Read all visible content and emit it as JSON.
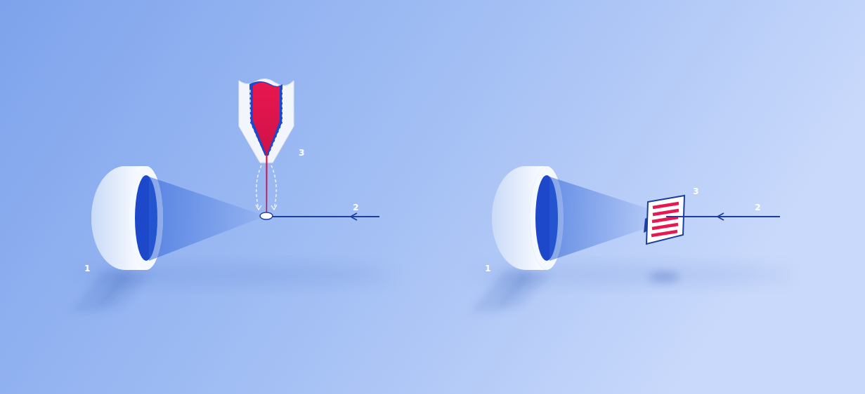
{
  "diagram": {
    "labels": [
      "1",
      "2",
      "3",
      "1",
      "2",
      "3"
    ]
  }
}
